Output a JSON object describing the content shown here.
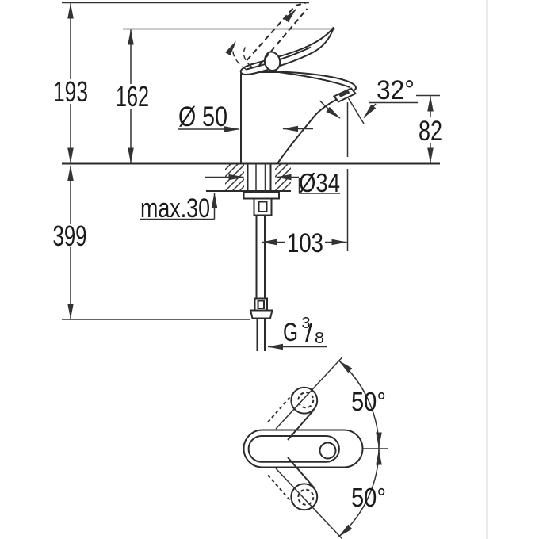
{
  "figure": {
    "description": "Technical dimension drawing of a single-lever basin mixer tap: side elevation with deck mounting cross-section and flexible supply hose, plus a top view showing the lever swivel range."
  },
  "colors": {
    "background": "#ffffff",
    "drawing_line": "#2b2b2b",
    "dimension_line": "#333333",
    "label_text": "#1a1a1a",
    "divider": "#d4d4d4"
  },
  "labels": {
    "total_height": "193",
    "body_height": "162",
    "base_diameter": "Ø 50",
    "spray_angle": "32°",
    "spout_height": "82",
    "hole_diameter": "Ø34",
    "max_deck_thickness": "max.30",
    "under_deck_height": "399",
    "spout_reach": "103",
    "thread_letter": "G",
    "thread_numerator": "3",
    "thread_slash": "/",
    "thread_denominator": "8",
    "swivel_angle_upper": "50°",
    "swivel_angle_lower": "50°"
  }
}
